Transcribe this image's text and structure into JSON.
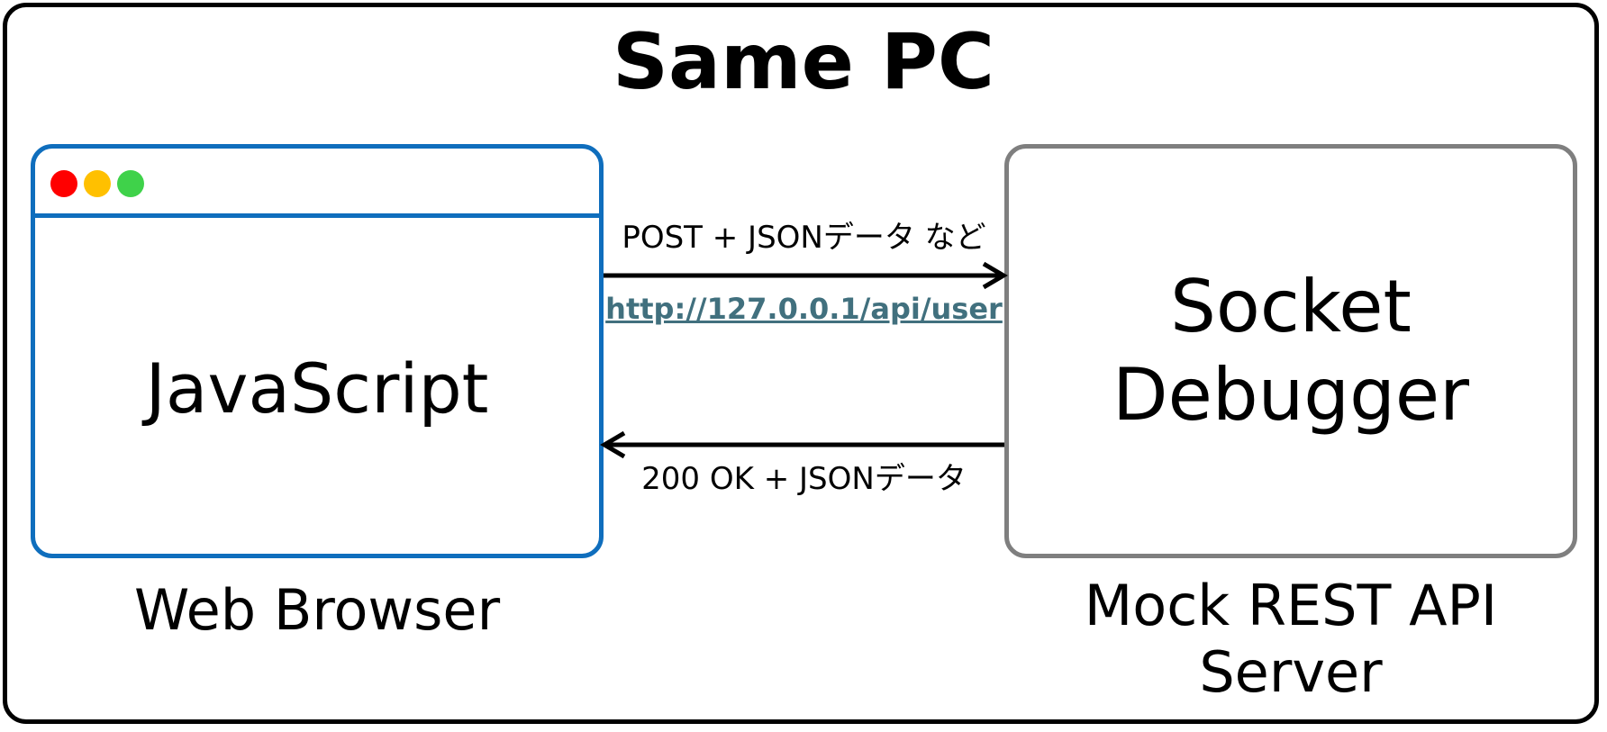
{
  "title": "Same PC",
  "browser": {
    "content": "JavaScript",
    "caption": "Web Browser",
    "window_dots": [
      "#ff0000",
      "#ffc000",
      "#3fd24a"
    ],
    "border_color": "#0f6ebd"
  },
  "server": {
    "content": "Socket\nDebugger",
    "caption": "Mock REST API\nServer",
    "border_color": "#7f7f7f"
  },
  "request": {
    "label": "POST + JSONデータ など",
    "url": "http://127.0.0.1/api/user",
    "url_color": "#41707e"
  },
  "response": {
    "label": "200 OK + JSONデータ"
  }
}
